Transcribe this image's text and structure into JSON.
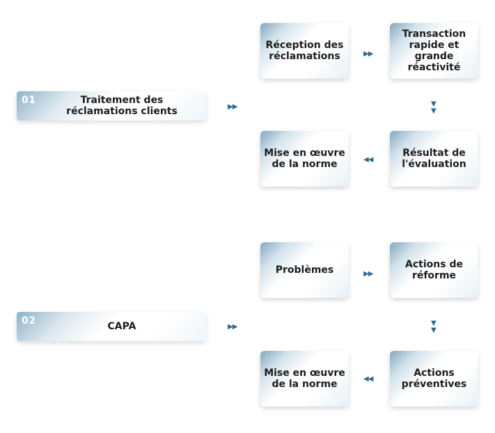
{
  "sections": [
    {
      "number": "01",
      "title": "Traitement des\nréclamations clients",
      "steps": {
        "top_left": "Réception des\nréclamations",
        "top_right": "Transaction\nrapide et grande\nréactivité",
        "bottom_right": "Résultat de\nl'évaluation",
        "bottom_left": "Mise en œuvre\nde la norme"
      }
    },
    {
      "number": "02",
      "title": "CAPA",
      "steps": {
        "top_left": "Problèmes",
        "top_right": "Actions de\nréforme",
        "bottom_right": "Actions\npréventives",
        "bottom_left": "Mise en œuvre\nde la norme"
      }
    }
  ],
  "colors": {
    "arrow": "#2d6a90",
    "gradient_accent": "#82a8c0",
    "text": "#1c1c1c"
  },
  "icons": {
    "right": "double-right-arrow-icon",
    "down": "double-down-arrow-icon",
    "left": "double-left-arrow-icon"
  }
}
